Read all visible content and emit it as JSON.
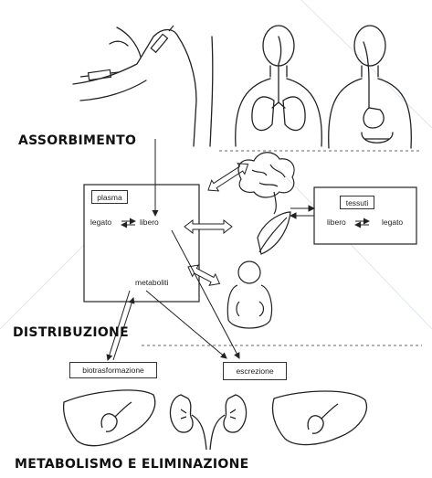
{
  "sections": {
    "absorption": "ASSORBIMENTO",
    "distribution": "DISTRIBUZIONE",
    "metabolism_elimination": "METABOLISMO E ELIMINAZIONE"
  },
  "plasma": {
    "title": "plasma",
    "bound": "legato",
    "free": "libero",
    "metabolites": "metaboliti"
  },
  "tissues": {
    "title": "tessuti",
    "free": "libero",
    "bound": "legato"
  },
  "outcomes": {
    "biotransformation": "biotrasformazione",
    "excretion": "escrezione"
  }
}
